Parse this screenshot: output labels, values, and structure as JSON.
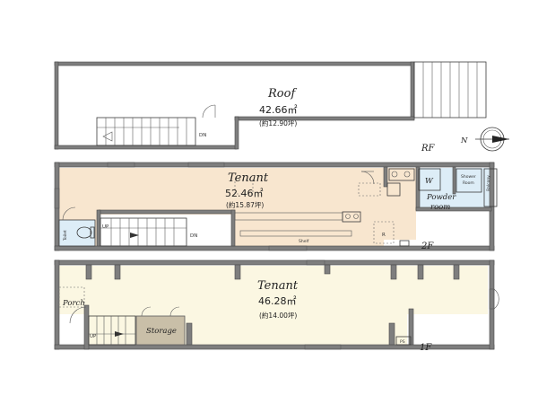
{
  "floors": {
    "rf": {
      "label": "RF",
      "room": {
        "name": "Roof",
        "area": "42.66㎡",
        "tsubo": "(約12.90坪)"
      },
      "stair_label": "DN"
    },
    "f2": {
      "label": "2F",
      "room": {
        "name": "Tenant",
        "area": "52.46㎡",
        "tsubo": "(約15.87坪)"
      },
      "powder_room": "Powder room",
      "shower_room": "Shower Room",
      "toilet": "Toilet",
      "washer": "W",
      "fridge": "R",
      "shelf": "Shelf",
      "balcony": "Balcony",
      "stair_up": "UP",
      "stair_dn": "DN"
    },
    "f1": {
      "label": "1F",
      "room": {
        "name": "Tenant",
        "area": "46.28㎡",
        "tsubo": "(約14.00坪)"
      },
      "porch": "Porch",
      "storage": "Storage",
      "stair_up": "UP",
      "ps": "PS"
    }
  },
  "compass": {
    "north": "N"
  }
}
